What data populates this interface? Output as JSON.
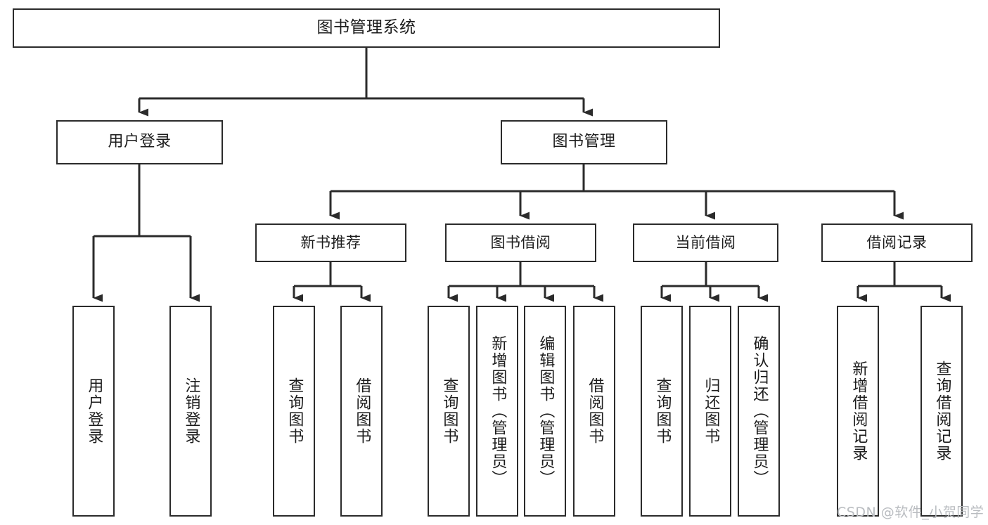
{
  "diagram": {
    "title": "图书管理系统",
    "watermark": "CSDN @软件_小贺同学",
    "colors": {
      "stroke": "#2b2b2b",
      "fill": "#ffffff",
      "text": "#1c1c1c",
      "watermark": "#b9bcc0",
      "background": "#ffffff"
    },
    "root": {
      "label": "图书管理系统"
    },
    "level2": [
      {
        "label": "用户登录"
      },
      {
        "label": "图书管理"
      }
    ],
    "level3": [
      {
        "label": "新书推荐"
      },
      {
        "label": "图书借阅"
      },
      {
        "label": "当前借阅"
      },
      {
        "label": "借阅记录"
      }
    ],
    "leaves": {
      "user_login": [
        {
          "label": "用户登录"
        },
        {
          "label": "注销登录"
        }
      ],
      "new_book_recommend": [
        {
          "label": "查询图书"
        },
        {
          "label": "借阅图书"
        }
      ],
      "book_borrow": [
        {
          "label": "查询图书"
        },
        {
          "label": "新增图书（管理员）"
        },
        {
          "label": "编辑图书（管理员）"
        },
        {
          "label": "借阅图书"
        }
      ],
      "current_borrow": [
        {
          "label": "查询图书"
        },
        {
          "label": "归还图书"
        },
        {
          "label": "确认归还（管理员）"
        }
      ],
      "borrow_record": [
        {
          "label": "新增借阅记录"
        },
        {
          "label": "查询借阅记录"
        }
      ]
    }
  }
}
